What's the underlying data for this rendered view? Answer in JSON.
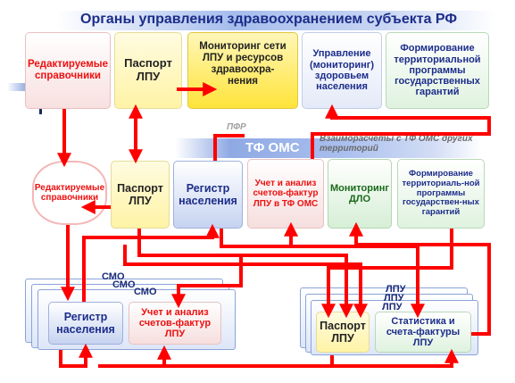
{
  "colors": {
    "arrow": "#ff0000",
    "title_text": "#1c2d8a",
    "band_start": "#9ab3e8",
    "band_end": "#ffffff"
  },
  "top": {
    "title": "Органы управления здравоохранением субъекта РФ",
    "boxes": [
      {
        "id": "t1",
        "text": "Редактируемые справочники"
      },
      {
        "id": "t2",
        "text": "Паспорт ЛПУ"
      },
      {
        "id": "t3",
        "text": "Мониторинг сети ЛПУ и ресурсов здравоохра-нения"
      },
      {
        "id": "t4",
        "text": "Управление (мониторинг) здоровьем населения"
      },
      {
        "id": "t5",
        "text": "Формирование территориальной программы государственных гарантий"
      }
    ]
  },
  "middle": {
    "pfr_label": "ПФР",
    "title": "ТФ ОМС",
    "mutual_label": "Взаиморасчеты с ТФ ОМС других территорий",
    "boxes": [
      {
        "id": "m1",
        "text": "Редактируемые справочники"
      },
      {
        "id": "m2",
        "text": "Паспорт ЛПУ"
      },
      {
        "id": "m3",
        "text": "Регистр населения"
      },
      {
        "id": "m4",
        "text": "Учет и анализ счетов-фактур ЛПУ в ТФ ОМС"
      },
      {
        "id": "m5",
        "text": "Мониторинг ДЛО"
      },
      {
        "id": "m6",
        "text": "Формирование территориаль-ной программы государствен-ных гарантий"
      }
    ]
  },
  "smo": {
    "labels": [
      "СМО",
      "СМО",
      "СМО"
    ],
    "boxes": [
      {
        "id": "s1",
        "text": "Регистр населения"
      },
      {
        "id": "s2",
        "text": "Учет и анализ счетов-фактур ЛПУ"
      }
    ]
  },
  "lpu": {
    "labels": [
      "ЛПУ",
      "ЛПУ",
      "ЛПУ"
    ],
    "boxes": [
      {
        "id": "l1",
        "text": "Паспорт ЛПУ"
      },
      {
        "id": "l2",
        "text": "Статистика и счета-фактуры ЛПУ"
      }
    ]
  }
}
